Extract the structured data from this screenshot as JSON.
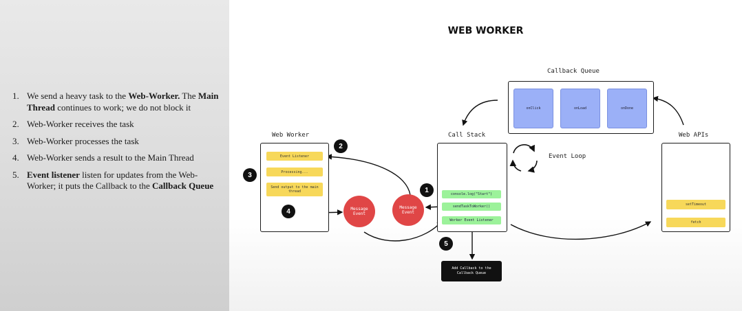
{
  "steps": [
    {
      "number": "1.",
      "t1": "We send a heavy task to the ",
      "b1": "Web-Worker.",
      "t2": " The ",
      "b2": "Main Thread",
      "t3": " continues to work; we do not block it"
    },
    {
      "number": "2.",
      "text": "Web-Worker receives the task"
    },
    {
      "number": "3.",
      "text": "Web-Worker processes the task"
    },
    {
      "number": "4.",
      "text": "Web-Worker sends a result to the Main Thread"
    },
    {
      "number": "5.",
      "b1": "Event listener",
      "t1": " listen for updates from the Web-Worker; it puts the Callback to the ",
      "b2": "Callback Queue"
    }
  ],
  "diagram": {
    "title": "WEB WORKER",
    "callback_queue": {
      "label": "Callback Queue",
      "items": [
        "onClick",
        "onLoad",
        "onDone"
      ]
    },
    "web_worker": {
      "label": "Web Worker",
      "items": [
        "Event Listener",
        "Processing...",
        "Send output to the main\nthread"
      ]
    },
    "call_stack": {
      "label": "Call Stack",
      "items": [
        "console.log(\"Start\")",
        "sendTaskToWorker()",
        "Worker Event Listener"
      ]
    },
    "web_apis": {
      "label": "Web APIs",
      "items": [
        "setTimeout",
        "fetch"
      ]
    },
    "event_loop": {
      "label": "Event Loop"
    },
    "message_event_1": "Message\nEvent",
    "message_event_2": "Message\nEvent",
    "add_callback": "Add Callback to the\nCallback Queue",
    "badges": [
      "1",
      "2",
      "3",
      "4",
      "5"
    ],
    "colors": {
      "yellow": "#f7d85a",
      "green": "#9cf29a",
      "blue": "#9bb0f7",
      "red": "#e04646",
      "badge": "#111111"
    }
  }
}
